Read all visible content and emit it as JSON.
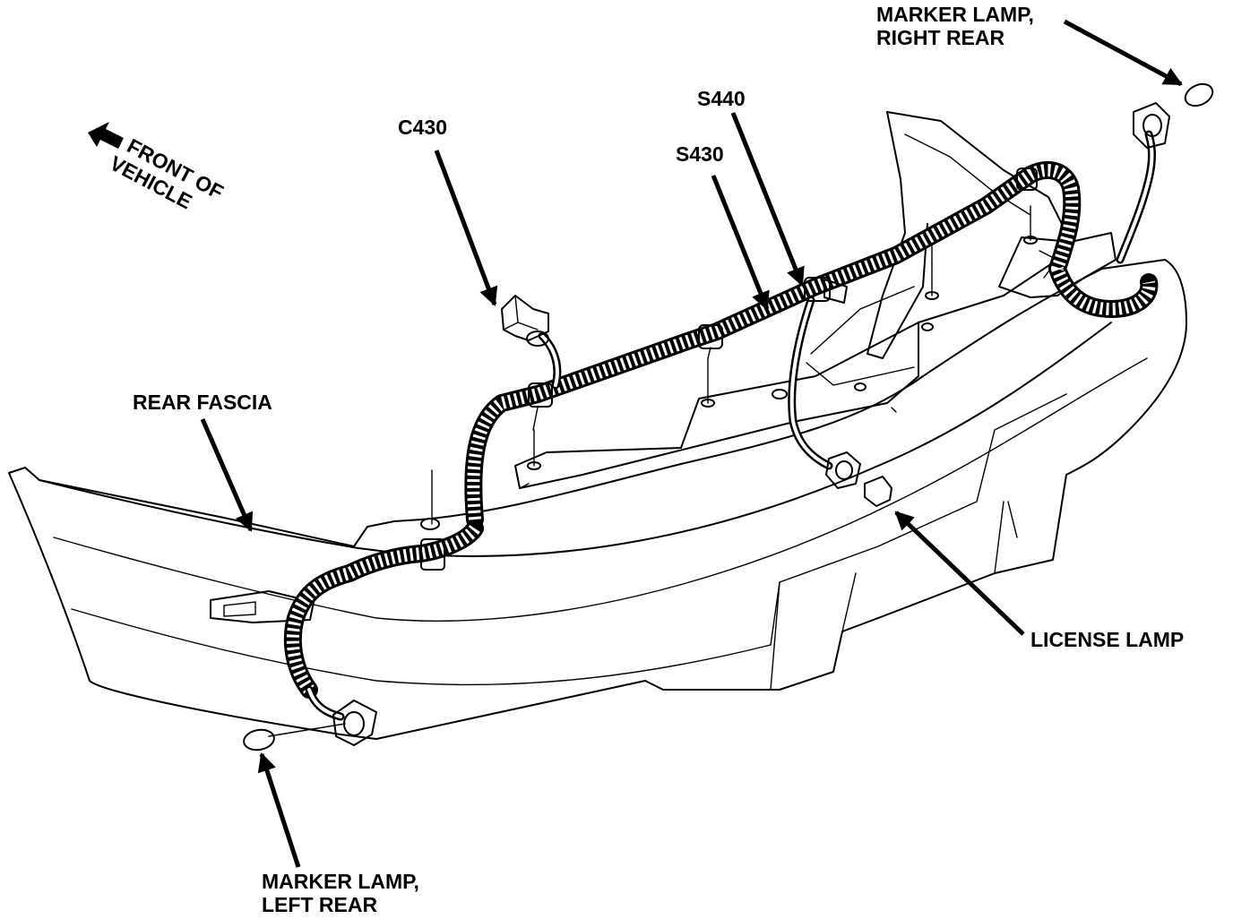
{
  "labels": {
    "front_of_vehicle": [
      "FRONT OF",
      "VEHICLE"
    ],
    "c430": "C430",
    "s440": "S440",
    "s430": "S430",
    "rear_fascia": "REAR FASCIA",
    "license_lamp": "LICENSE LAMP",
    "marker_right": [
      "MARKER LAMP,",
      "RIGHT REAR"
    ],
    "marker_left": [
      "MARKER LAMP,",
      "LEFT REAR"
    ]
  },
  "colors": {
    "ink": "#000000",
    "paper": "#ffffff"
  }
}
